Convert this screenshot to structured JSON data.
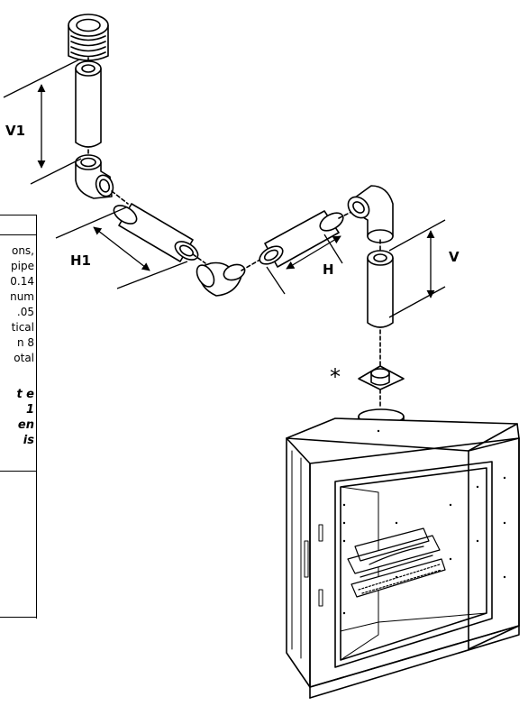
{
  "labels": {
    "v1": "V1",
    "h1": "H1",
    "h": "H",
    "v": "V",
    "asterisk": "*"
  },
  "side_text": {
    "lines": [
      "ons,",
      "pipe",
      "0.14",
      "num",
      ".05",
      "tical",
      "n  8",
      "otal"
    ],
    "bold_lines": [
      "t e",
      "1",
      "en",
      "is"
    ]
  },
  "colors": {
    "ink": "#000000",
    "pipe_fill": "#ffffff",
    "background": "#ffffff"
  }
}
